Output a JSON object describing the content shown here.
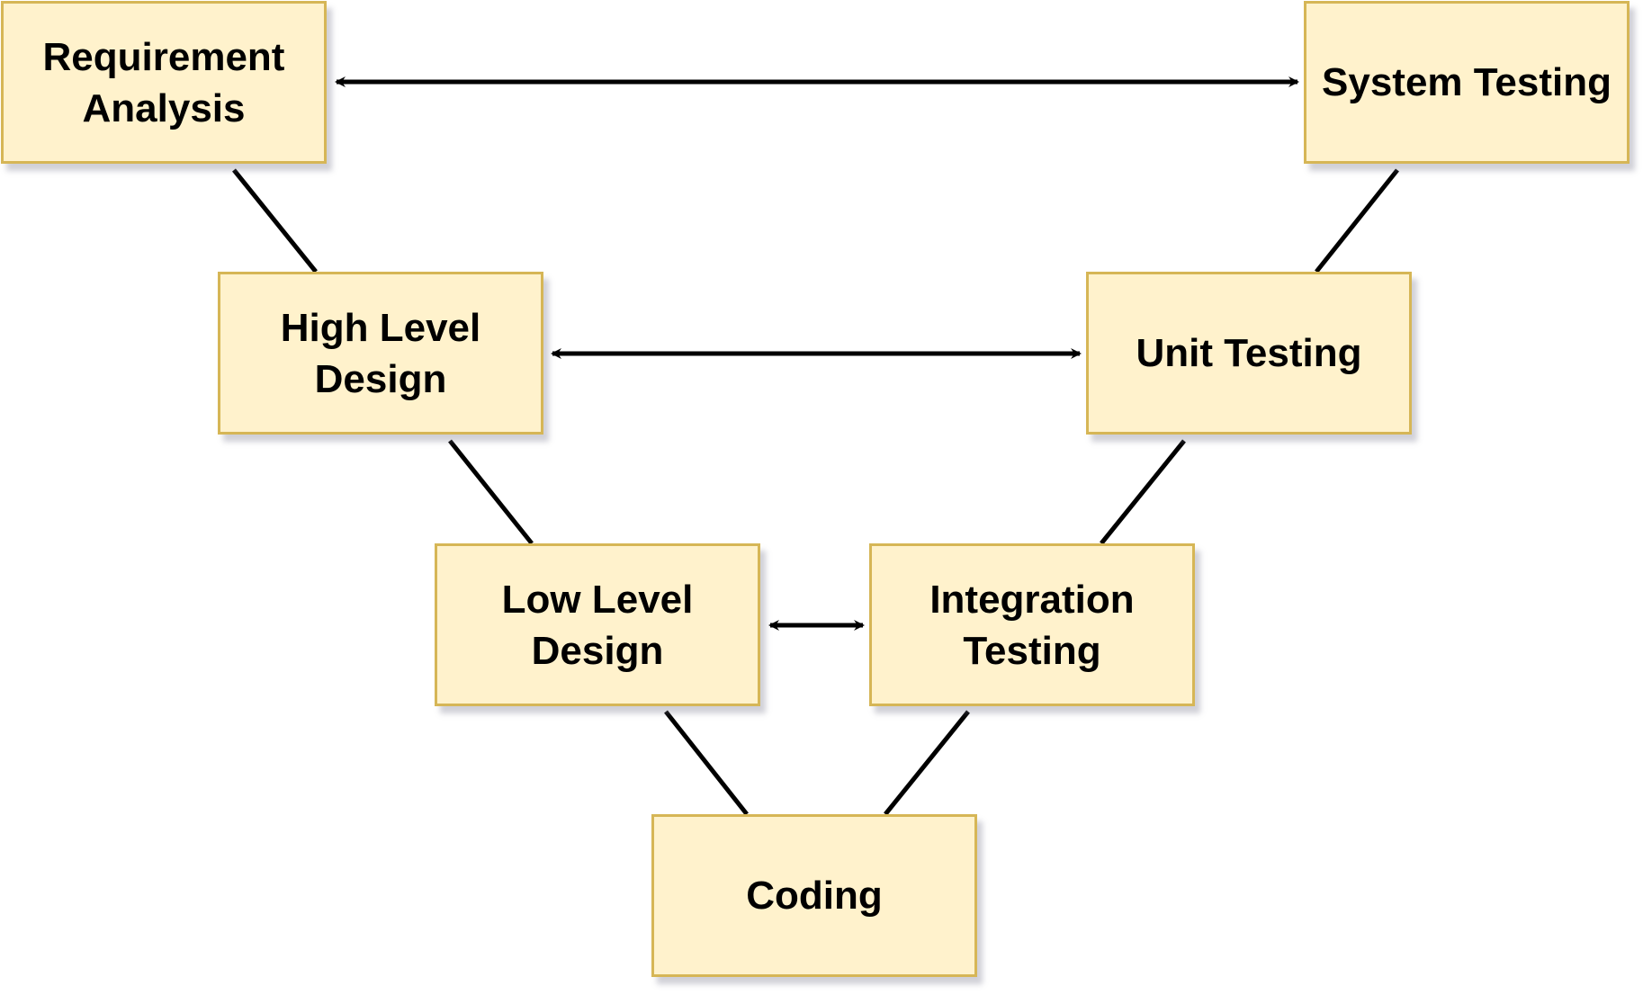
{
  "diagram": {
    "title": "V-Model",
    "colors": {
      "box_fill": "#fff2cc",
      "box_border": "#d6b656",
      "text": "#000000",
      "line": "#000000"
    },
    "nodes": {
      "requirement_analysis": "Requirement Analysis",
      "system_testing": "System Testing",
      "high_level_design": "High Level Design",
      "unit_testing": "Unit Testing",
      "low_level_design": "Low Level Design",
      "integration_testing": "Integration Testing",
      "coding": "Coding"
    },
    "relations": [
      {
        "from": "requirement_analysis",
        "to": "system_testing",
        "type": "bidirectional-arrow"
      },
      {
        "from": "high_level_design",
        "to": "unit_testing",
        "type": "bidirectional-arrow"
      },
      {
        "from": "low_level_design",
        "to": "integration_testing",
        "type": "bidirectional-arrow"
      },
      {
        "from": "requirement_analysis",
        "to": "high_level_design",
        "type": "line"
      },
      {
        "from": "high_level_design",
        "to": "low_level_design",
        "type": "line"
      },
      {
        "from": "low_level_design",
        "to": "coding",
        "type": "line"
      },
      {
        "from": "coding",
        "to": "integration_testing",
        "type": "line"
      },
      {
        "from": "integration_testing",
        "to": "unit_testing",
        "type": "line"
      },
      {
        "from": "unit_testing",
        "to": "system_testing",
        "type": "line"
      }
    ]
  }
}
